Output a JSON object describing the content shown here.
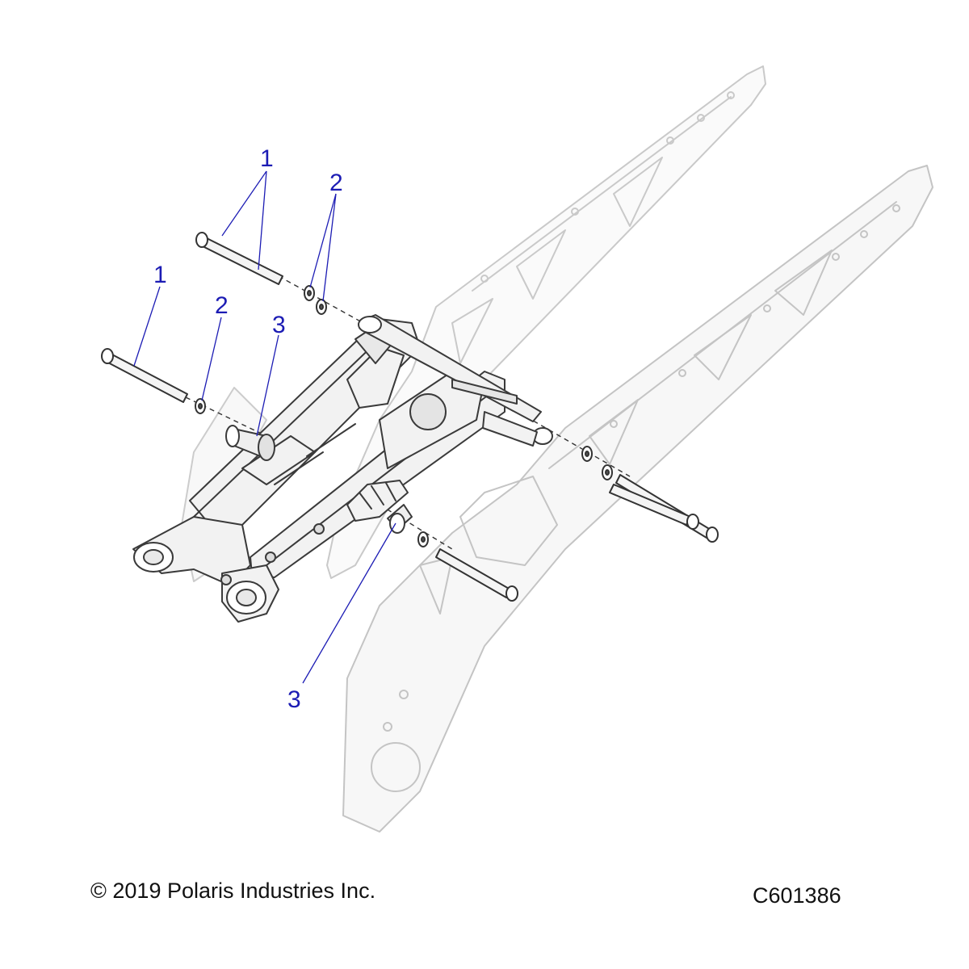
{
  "footer": {
    "copyright": "© 2019 Polaris Industries Inc.",
    "drawing_id": "C601386"
  },
  "callouts": [
    {
      "label": "1"
    },
    {
      "label": "2"
    },
    {
      "label": "1"
    },
    {
      "label": "2"
    },
    {
      "label": "3"
    },
    {
      "label": "3"
    }
  ],
  "colors": {
    "callout": "#1c1cb4",
    "rail_stroke": "#c8c8c8",
    "part_stroke": "#3a3a3a",
    "part_fill": "#f2f2f2"
  }
}
